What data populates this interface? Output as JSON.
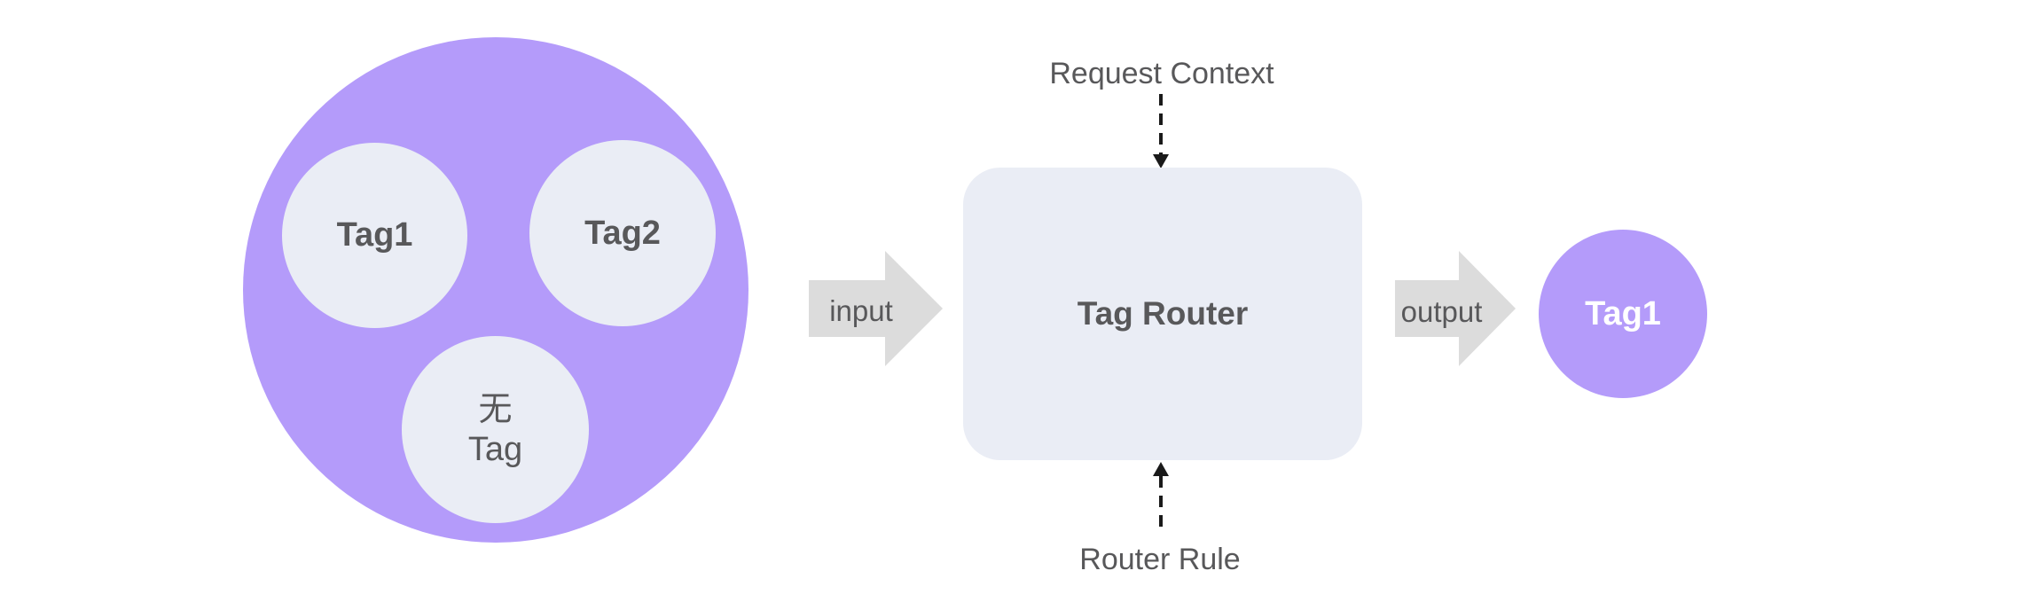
{
  "diagram": {
    "source_pool": {
      "tags": [
        {
          "label": "Tag1"
        },
        {
          "label": "Tag2"
        },
        {
          "label_line1": "无",
          "label_line2": "Tag"
        }
      ]
    },
    "flow": {
      "input_label": "input",
      "output_label": "output"
    },
    "router": {
      "label": "Tag Router",
      "top_dependency": "Request Context",
      "bottom_dependency": "Router Rule"
    },
    "output_tag": {
      "label": "Tag1"
    },
    "colors": {
      "purple": "#b49bfa",
      "node_fill": "#eaedf5",
      "arrow_gray": "#dcdcdc",
      "text_gray": "#58585a",
      "dash_black": "#1a1a1a",
      "output_text": "#ffffff"
    }
  }
}
